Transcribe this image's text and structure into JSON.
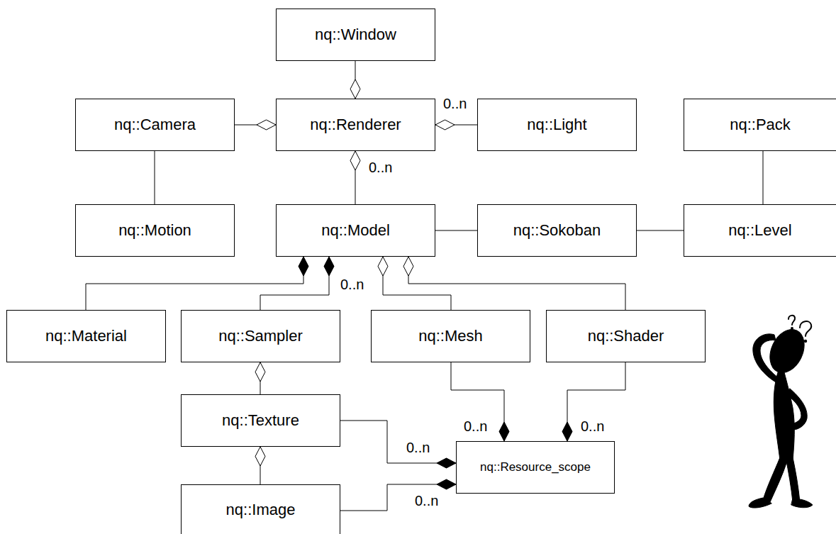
{
  "diagram": {
    "nodes": [
      {
        "text": [
          "nq::Window"
        ]
      },
      {
        "text": [
          "nq::Camera"
        ]
      },
      {
        "text": [
          "nq::Renderer"
        ]
      },
      {
        "text": [
          "nq::Light"
        ]
      },
      {
        "text": [
          "nq::Pack"
        ]
      },
      {
        "text": [
          "nq::Motion"
        ]
      },
      {
        "text": [
          "nq::Model"
        ]
      },
      {
        "text": [
          "nq::Sokoban"
        ]
      },
      {
        "text": [
          "nq::Level"
        ]
      },
      {
        "text": [
          "nq::Material"
        ]
      },
      {
        "text": [
          "nq::Sampler"
        ]
      },
      {
        "text": [
          "nq::Mesh"
        ]
      },
      {
        "text": [
          "nq::Shader"
        ]
      },
      {
        "text": [
          "nq::Texture"
        ]
      },
      {
        "text": [
          "nq::Resource_scope"
        ]
      },
      {
        "text": [
          "nq::Image"
        ]
      }
    ],
    "edges": [
      {
        "from": 0,
        "to": 2,
        "arrow": "to"
      },
      {
        "from": 1,
        "to": 2,
        "arrow": "to"
      },
      {
        "from": 3,
        "to": 2,
        "arrow": "to",
        "label": "0..n"
      },
      {
        "from": 6,
        "to": 2,
        "arrow": "to",
        "label": "0..n"
      },
      {
        "from": 1,
        "to": 5,
        "arrow": "none"
      },
      {
        "from": 6,
        "to": 7,
        "arrow": "none"
      },
      {
        "from": 7,
        "to": 8,
        "arrow": "none"
      },
      {
        "from": 4,
        "to": 8,
        "arrow": "none"
      },
      {
        "from": 9,
        "to": 6,
        "arrow": "to"
      },
      {
        "from": 10,
        "to": 6,
        "arrow": "to",
        "label": "0..n"
      },
      {
        "from": 11,
        "to": 6,
        "arrow": "to"
      },
      {
        "from": 12,
        "to": 6,
        "arrow": "to"
      },
      {
        "from": 13,
        "to": 10,
        "arrow": "to"
      },
      {
        "from": 15,
        "to": 13,
        "arrow": "to"
      },
      {
        "from": 11,
        "to": 14,
        "arrow": "to",
        "label": "0..n"
      },
      {
        "from": 12,
        "to": 14,
        "arrow": "to",
        "label": "0..n"
      },
      {
        "from": 13,
        "to": 14,
        "arrow": "to",
        "label": "0..n"
      },
      {
        "from": 15,
        "to": 14,
        "arrow": "to",
        "label": "0..n"
      }
    ]
  }
}
